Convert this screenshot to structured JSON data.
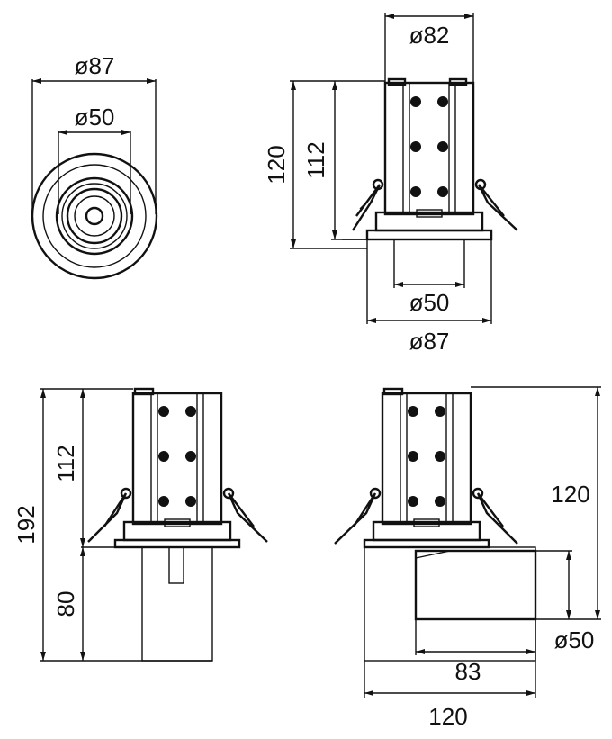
{
  "drawing": {
    "views": {
      "top_view": {
        "outer_diameter": "ø87",
        "inner_diameter": "ø50"
      },
      "front_view": {
        "top_diameter": "ø82",
        "total_height": "120",
        "body_height": "112",
        "inner_diameter": "ø50",
        "outer_diameter": "ø87"
      },
      "side_view_left": {
        "total_height": "192",
        "body_height": "112",
        "base_height": "80"
      },
      "side_view_right": {
        "height": "120",
        "diameter": "ø50",
        "offset": "83",
        "width": "120"
      }
    }
  }
}
